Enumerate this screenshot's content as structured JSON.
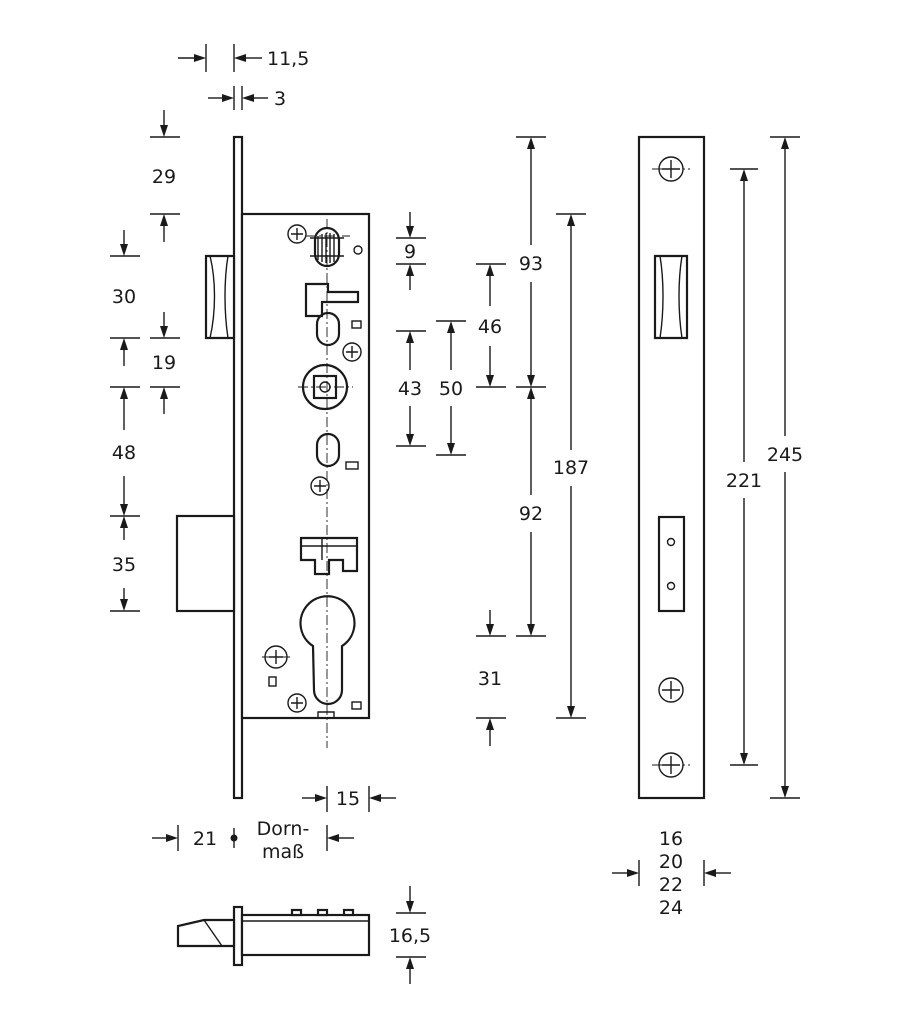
{
  "labels": {
    "d_11_5": "11,5",
    "d_3": "3",
    "d_29": "29",
    "d_30": "30",
    "d_19": "19",
    "d_48": "48",
    "d_35": "35",
    "d_9": "9",
    "d_46": "46",
    "d_43": "43",
    "d_50": "50",
    "d_93": "93",
    "d_92": "92",
    "d_187": "187",
    "d_31": "31",
    "d_221": "221",
    "d_245": "245",
    "d_15": "15",
    "d_21": "21",
    "dorn_1": "Dorn-",
    "dorn_2": "maß",
    "d_16_5": "16,5",
    "fp_16": "16",
    "fp_20": "20",
    "fp_22": "22",
    "fp_24": "24"
  },
  "colors": {
    "line": "#1a1a1a",
    "background": "#ffffff"
  }
}
